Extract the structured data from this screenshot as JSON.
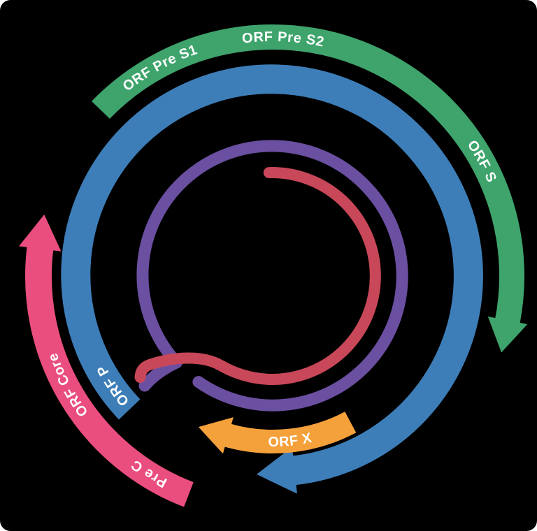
{
  "diagram": {
    "type": "circular-genome-map",
    "background": "#000000",
    "label_color": "#ffffff",
    "arcs": {
      "surface": {
        "color": "#3ea46c",
        "labels": {
          "pre_s1": "ORF Pre S1",
          "pre_s2": "ORF Pre S2",
          "s": "ORF S"
        }
      },
      "polymerase": {
        "color": "#3d7eb8",
        "label": "ORF P"
      },
      "core": {
        "color": "#e94e7e",
        "labels": {
          "core": "ORF Core",
          "pre_c": "Pre C"
        }
      },
      "x": {
        "color": "#f5a13b",
        "label": "ORF X"
      }
    },
    "strands": {
      "minus": {
        "color": "#6b4fa1"
      },
      "plus": {
        "color": "#c84758"
      }
    }
  }
}
